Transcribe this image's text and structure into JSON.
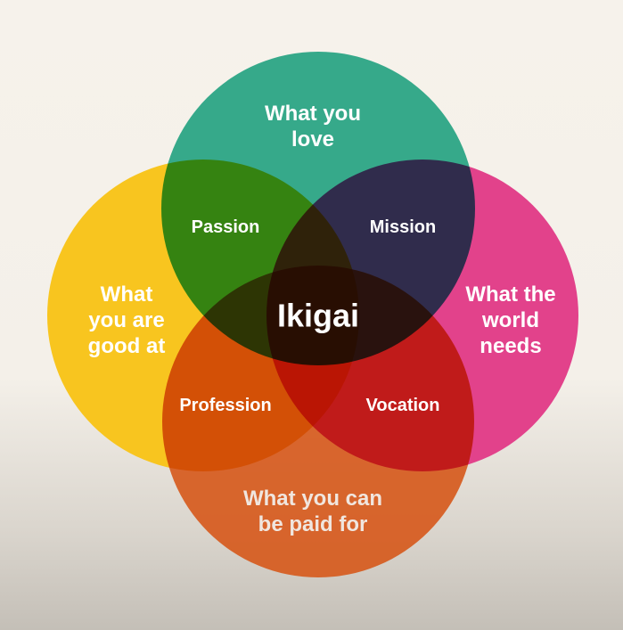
{
  "colors": {
    "love": "#2ba585",
    "good": "#f8c51f",
    "needs": "#e2428b",
    "paid": "#d65b1f"
  },
  "circles": {
    "love": "What you\nlove",
    "good": "What\nyou are\ngood at",
    "needs": "What the\nworld\nneeds",
    "paid": "What you can\nbe paid for"
  },
  "intersections": {
    "passion": "Passion",
    "mission": "Mission",
    "profession": "Profession",
    "vocation": "Vocation"
  },
  "center": "Ikigai"
}
